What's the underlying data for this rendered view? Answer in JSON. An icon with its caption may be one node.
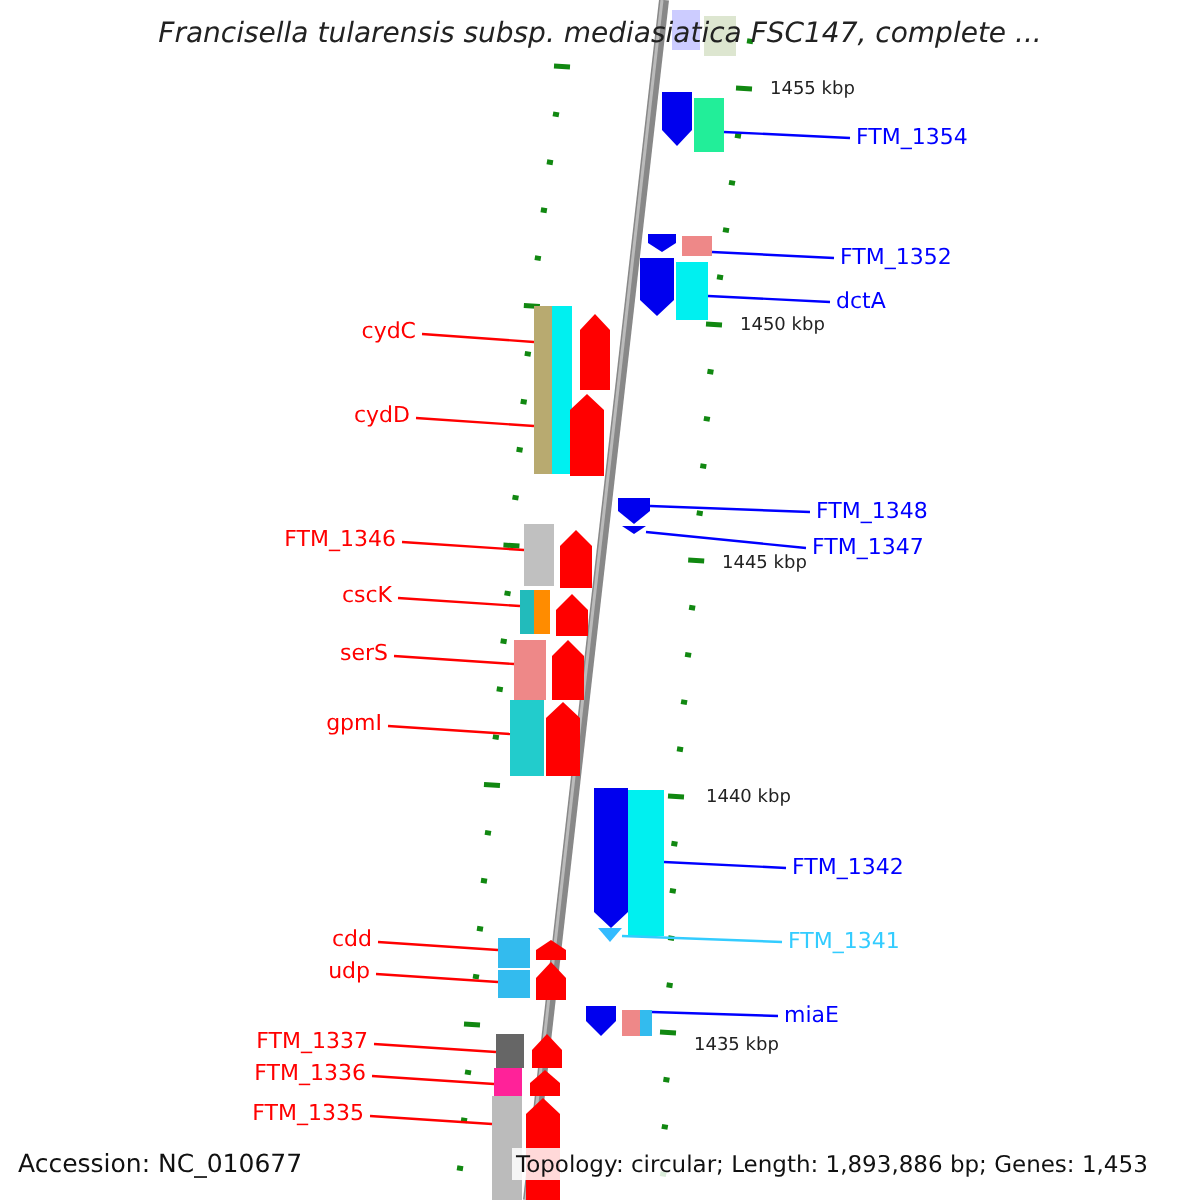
{
  "diagram": {
    "title": "Francisella tularensis subsp. mediasiatica FSC147, complete ...",
    "nodes": [
      {
        "text": [
          "FTM_1354"
        ]
      },
      {
        "text": [],
        "shape": "bar"
      },
      {
        "text": [
          "FTM_1352"
        ]
      },
      {
        "text": [],
        "shape": "bar"
      },
      {
        "text": [
          "dctA"
        ]
      },
      {
        "text": [],
        "shape": "bar"
      },
      {
        "text": [
          "cydC"
        ]
      },
      {
        "text": [],
        "shape": "bar"
      },
      {
        "text": [
          "cydD"
        ]
      },
      {
        "text": [],
        "shape": "bar"
      },
      {
        "text": [
          "FTM_1348"
        ]
      },
      {
        "text": [],
        "shape": "arrow"
      },
      {
        "text": [
          "FTM_1347"
        ]
      },
      {
        "text": [],
        "shape": "triangle"
      },
      {
        "text": [
          "FTM_1346"
        ]
      },
      {
        "text": [],
        "shape": "bar"
      },
      {
        "text": [
          "cscK"
        ]
      },
      {
        "text": [],
        "shape": "bar"
      },
      {
        "text": [
          "serS"
        ]
      },
      {
        "text": [],
        "shape": "bar"
      },
      {
        "text": [
          "gpmI"
        ]
      },
      {
        "text": [],
        "shape": "bar"
      },
      {
        "text": [
          "FTM_1342"
        ]
      },
      {
        "text": [],
        "shape": "bar"
      },
      {
        "text": [
          "FTM_1341"
        ]
      },
      {
        "text": [],
        "shape": "triangle"
      },
      {
        "text": [
          "cdd"
        ]
      },
      {
        "text": [],
        "shape": "bar"
      },
      {
        "text": [
          "udp"
        ]
      },
      {
        "text": [],
        "shape": "bar"
      },
      {
        "text": [
          "miaE"
        ]
      },
      {
        "text": [],
        "shape": "bar"
      },
      {
        "text": [
          "FTM_1337"
        ]
      },
      {
        "text": [],
        "shape": "bar"
      },
      {
        "text": [
          "FTM_1336"
        ]
      },
      {
        "text": [],
        "shape": "bar"
      },
      {
        "text": [
          "FTM_1335"
        ]
      },
      {
        "text": [],
        "shape": "bar"
      },
      {
        "text": [],
        "shape": "arrow"
      }
    ],
    "edges": [
      {
        "from": 0,
        "to": 1,
        "arrow": "none",
        "color": "#0000ff"
      },
      {
        "from": 2,
        "to": 3,
        "arrow": "none",
        "color": "#0000ff"
      },
      {
        "from": 4,
        "to": 5,
        "arrow": "none",
        "color": "#0000ff"
      },
      {
        "from": 6,
        "to": 7,
        "arrow": "none"
      },
      {
        "from": 8,
        "to": 9,
        "arrow": "none"
      },
      {
        "from": 10,
        "to": 11,
        "arrow": "none",
        "color": "#0000ff"
      },
      {
        "from": 12,
        "to": 13,
        "arrow": "none",
        "color": "#0000ff"
      },
      {
        "from": 14,
        "to": 15,
        "arrow": "none"
      },
      {
        "from": 16,
        "to": 17,
        "arrow": "none"
      },
      {
        "from": 18,
        "to": 19,
        "arrow": "none"
      },
      {
        "from": 20,
        "to": 21,
        "arrow": "none"
      },
      {
        "from": 22,
        "to": 23,
        "arrow": "none",
        "color": "#0000ff"
      },
      {
        "from": 24,
        "to": 25,
        "arrow": "none",
        "color": "#33ccff"
      },
      {
        "from": 26,
        "to": 27,
        "arrow": "none"
      },
      {
        "from": 28,
        "to": 29,
        "arrow": "none"
      },
      {
        "from": 30,
        "to": 31,
        "arrow": "none",
        "color": "#0000ff"
      },
      {
        "from": 32,
        "to": 33,
        "arrow": "none"
      },
      {
        "from": 34,
        "to": 35,
        "arrow": "none"
      },
      {
        "from": 36,
        "to": 37,
        "arrow": "none"
      }
    ],
    "labels": [
      "1455 kbp",
      "1450 kbp",
      "1445 kbp",
      "1440 kbp",
      "1435 kbp",
      "Accession: NC_010677",
      "Topology: circular; Length: 1,893,886 bp; Genes: 1,453"
    ]
  }
}
